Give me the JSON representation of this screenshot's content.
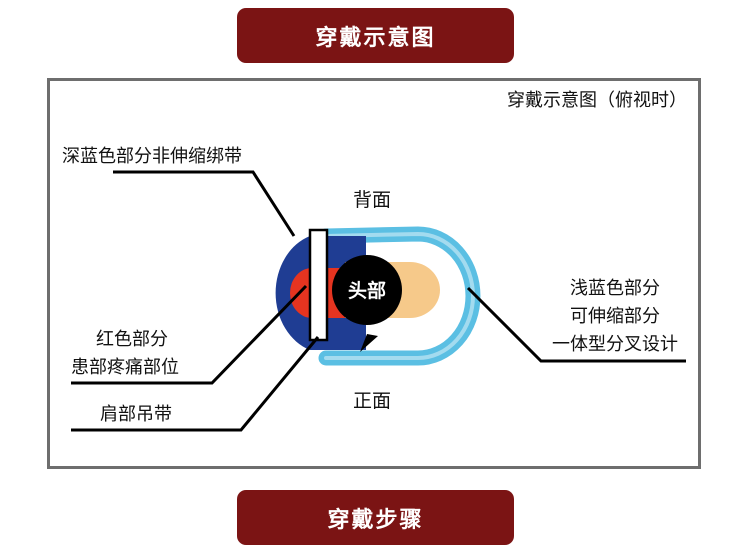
{
  "banners": {
    "top": "穿戴示意图",
    "bottom": "穿戴步骤"
  },
  "diagram": {
    "view_title": "穿戴示意图（俯视时）",
    "back_label": "背面",
    "front_label": "正面",
    "head_label": "头部",
    "dark_blue_label": "深蓝色部分非伸缩绑带",
    "red_label_line1": "红色部分",
    "red_label_line2": "患部疼痛部位",
    "strap_label": "肩部吊带",
    "light_blue_line1": "浅蓝色部分",
    "light_blue_line2": "可伸缩部分",
    "light_blue_line3": "一体型分叉设计"
  },
  "colors": {
    "banner": "#7b1414",
    "dark_blue": "#1f3d93",
    "light_blue": "#5bbfe3",
    "red": "#e53420",
    "beige": "#f6c98a",
    "frame": "#6e6e6e"
  }
}
